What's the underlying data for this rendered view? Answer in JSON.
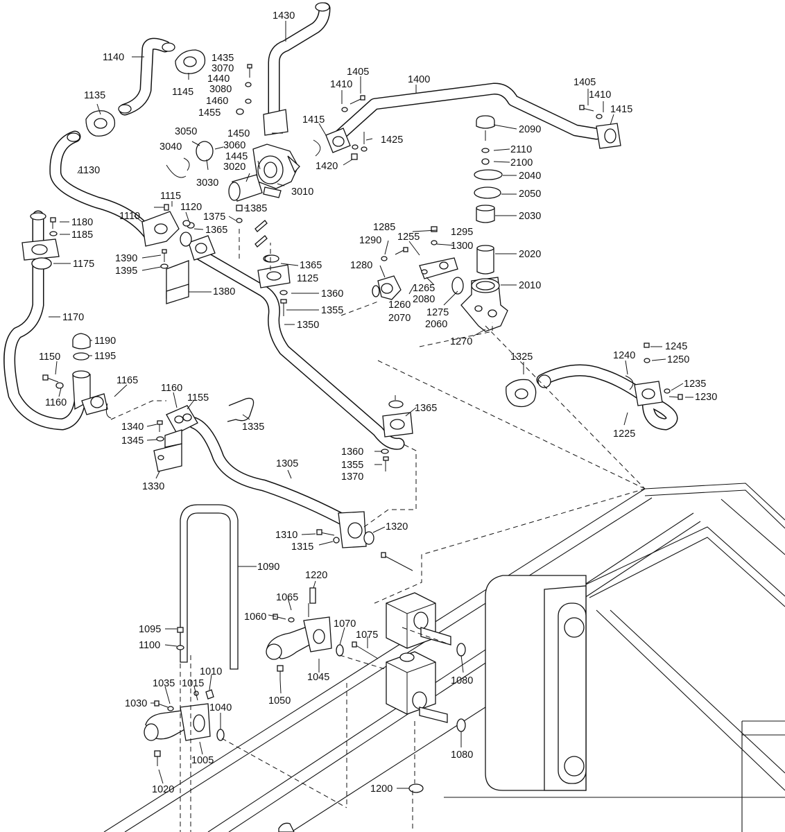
{
  "labels": [
    {
      "id": "1430",
      "text": "1430"
    },
    {
      "id": "1140",
      "text": "1140"
    },
    {
      "id": "1435",
      "text": "1435"
    },
    {
      "id": "3070",
      "text": "3070"
    },
    {
      "id": "1440",
      "text": "1440"
    },
    {
      "id": "3080",
      "text": "3080"
    },
    {
      "id": "1145",
      "text": "1145"
    },
    {
      "id": "1460",
      "text": "1460"
    },
    {
      "id": "1455",
      "text": "1455"
    },
    {
      "id": "1135",
      "text": "1135"
    },
    {
      "id": "1405a",
      "text": "1405"
    },
    {
      "id": "1410a",
      "text": "1410"
    },
    {
      "id": "1400",
      "text": "1400"
    },
    {
      "id": "1405b",
      "text": "1405"
    },
    {
      "id": "1410b",
      "text": "1410"
    },
    {
      "id": "1415a",
      "text": "1415"
    },
    {
      "id": "1415b",
      "text": "1415"
    },
    {
      "id": "1450",
      "text": "1450"
    },
    {
      "id": "3050",
      "text": "3050"
    },
    {
      "id": "3060",
      "text": "3060"
    },
    {
      "id": "3040",
      "text": "3040"
    },
    {
      "id": "1445",
      "text": "1445"
    },
    {
      "id": "3020",
      "text": "3020"
    },
    {
      "id": "1425",
      "text": "1425"
    },
    {
      "id": "1420",
      "text": "1420"
    },
    {
      "id": "2090",
      "text": "2090"
    },
    {
      "id": "2110",
      "text": "2110"
    },
    {
      "id": "2100",
      "text": "2100"
    },
    {
      "id": "2040",
      "text": "2040"
    },
    {
      "id": "2050",
      "text": "2050"
    },
    {
      "id": "1130",
      "text": "1130"
    },
    {
      "id": "3030",
      "text": "3030"
    },
    {
      "id": "3010",
      "text": "3010"
    },
    {
      "id": "1115",
      "text": "1115"
    },
    {
      "id": "1120",
      "text": "1120"
    },
    {
      "id": "1385",
      "text": "1385"
    },
    {
      "id": "1110",
      "text": "1110"
    },
    {
      "id": "1365a",
      "text": "1365"
    },
    {
      "id": "1375",
      "text": "1375"
    },
    {
      "id": "2030",
      "text": "2030"
    },
    {
      "id": "1180",
      "text": "1180"
    },
    {
      "id": "1185",
      "text": "1185"
    },
    {
      "id": "1285",
      "text": "1285"
    },
    {
      "id": "1295",
      "text": "1295"
    },
    {
      "id": "1290",
      "text": "1290"
    },
    {
      "id": "1255",
      "text": "1255"
    },
    {
      "id": "1300",
      "text": "1300"
    },
    {
      "id": "1175",
      "text": "1175"
    },
    {
      "id": "1390",
      "text": "1390"
    },
    {
      "id": "1395",
      "text": "1395"
    },
    {
      "id": "1365b",
      "text": "1365"
    },
    {
      "id": "1125",
      "text": "1125"
    },
    {
      "id": "1280",
      "text": "1280"
    },
    {
      "id": "2020",
      "text": "2020"
    },
    {
      "id": "1380",
      "text": "1380"
    },
    {
      "id": "1360a",
      "text": "1360"
    },
    {
      "id": "1265",
      "text": "1265"
    },
    {
      "id": "2010",
      "text": "2010"
    },
    {
      "id": "2080",
      "text": "2080"
    },
    {
      "id": "1260",
      "text": "1260"
    },
    {
      "id": "1355a",
      "text": "1355"
    },
    {
      "id": "1275",
      "text": "1275"
    },
    {
      "id": "2070",
      "text": "2070"
    },
    {
      "id": "2060",
      "text": "2060"
    },
    {
      "id": "1170",
      "text": "1170"
    },
    {
      "id": "1350",
      "text": "1350"
    },
    {
      "id": "1270",
      "text": "1270"
    },
    {
      "id": "1190",
      "text": "1190"
    },
    {
      "id": "1245",
      "text": "1245"
    },
    {
      "id": "1195",
      "text": "1195"
    },
    {
      "id": "1325",
      "text": "1325"
    },
    {
      "id": "1240",
      "text": "1240"
    },
    {
      "id": "1250",
      "text": "1250"
    },
    {
      "id": "1150",
      "text": "1150"
    },
    {
      "id": "1165",
      "text": "1165"
    },
    {
      "id": "1235",
      "text": "1235"
    },
    {
      "id": "1160a",
      "text": "1160"
    },
    {
      "id": "1155",
      "text": "1155"
    },
    {
      "id": "1230",
      "text": "1230"
    },
    {
      "id": "1160b",
      "text": "1160"
    },
    {
      "id": "1365c",
      "text": "1365"
    },
    {
      "id": "1335",
      "text": "1335"
    },
    {
      "id": "1340",
      "text": "1340"
    },
    {
      "id": "1225",
      "text": "1225"
    },
    {
      "id": "1345",
      "text": "1345"
    },
    {
      "id": "1360b",
      "text": "1360"
    },
    {
      "id": "1305",
      "text": "1305"
    },
    {
      "id": "1355b",
      "text": "1355"
    },
    {
      "id": "1370",
      "text": "1370"
    },
    {
      "id": "1330",
      "text": "1330"
    },
    {
      "id": "1320",
      "text": "1320"
    },
    {
      "id": "1310",
      "text": "1310"
    },
    {
      "id": "1315",
      "text": "1315"
    },
    {
      "id": "1090",
      "text": "1090"
    },
    {
      "id": "1220",
      "text": "1220"
    },
    {
      "id": "1065",
      "text": "1065"
    },
    {
      "id": "1060",
      "text": "1060"
    },
    {
      "id": "1070",
      "text": "1070"
    },
    {
      "id": "1095",
      "text": "1095"
    },
    {
      "id": "1075",
      "text": "1075"
    },
    {
      "id": "1100",
      "text": "1100"
    },
    {
      "id": "1045",
      "text": "1045"
    },
    {
      "id": "1080a",
      "text": "1080"
    },
    {
      "id": "1010",
      "text": "1010"
    },
    {
      "id": "1035",
      "text": "1035"
    },
    {
      "id": "1015",
      "text": "1015"
    },
    {
      "id": "1050",
      "text": "1050"
    },
    {
      "id": "1030",
      "text": "1030"
    },
    {
      "id": "1040",
      "text": "1040"
    },
    {
      "id": "1005",
      "text": "1005"
    },
    {
      "id": "1080b",
      "text": "1080"
    },
    {
      "id": "1020",
      "text": "1020"
    },
    {
      "id": "1200",
      "text": "1200"
    }
  ]
}
